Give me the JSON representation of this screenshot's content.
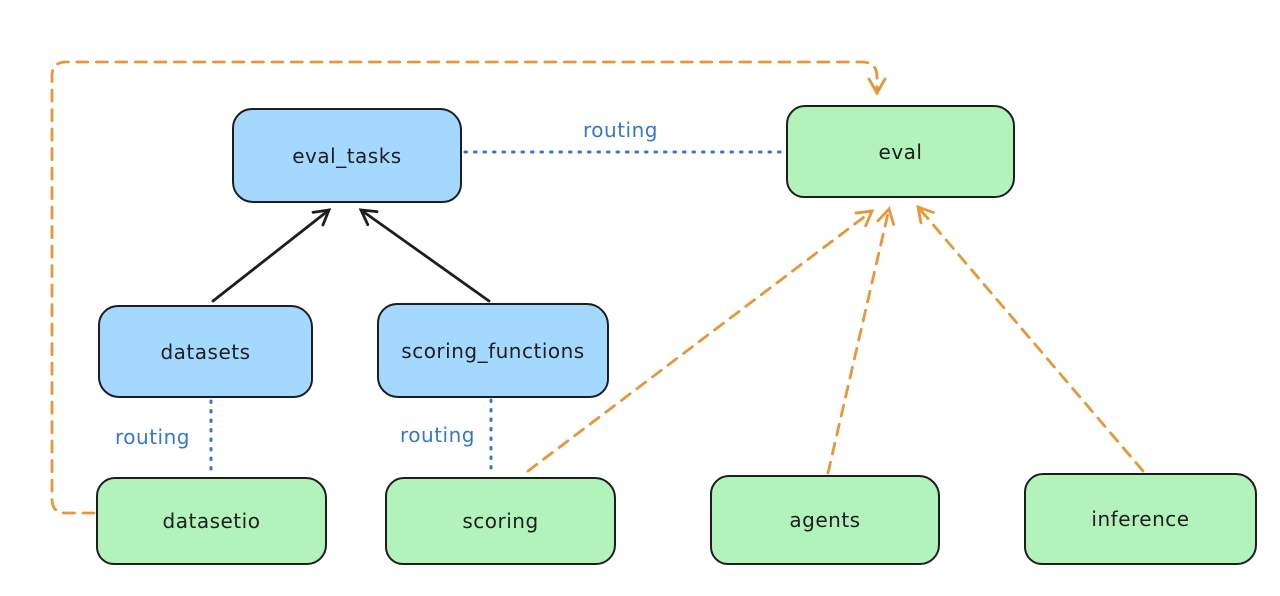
{
  "diagram": {
    "type": "flow-diagram",
    "colors": {
      "node_blue_fill": "#a5d8ff",
      "node_green_fill": "#b2f2bb",
      "node_stroke": "#1e1e1e",
      "routing_line": "#3478cd",
      "dependency_line": "#e8963a",
      "inheritance_line": "#1e1e1e",
      "background": "#ffffff"
    },
    "nodes": [
      {
        "id": "eval_tasks",
        "label": "eval_tasks",
        "kind": "blue-resource"
      },
      {
        "id": "eval",
        "label": "eval",
        "kind": "green-api"
      },
      {
        "id": "datasets",
        "label": "datasets",
        "kind": "blue-resource"
      },
      {
        "id": "scoring_functions",
        "label": "scoring_functions",
        "kind": "blue-resource"
      },
      {
        "id": "datasetio",
        "label": "datasetio",
        "kind": "green-api"
      },
      {
        "id": "scoring",
        "label": "scoring",
        "kind": "green-api"
      },
      {
        "id": "agents",
        "label": "agents",
        "kind": "green-api"
      },
      {
        "id": "inference",
        "label": "inference",
        "kind": "green-api"
      }
    ],
    "edges": [
      {
        "from": "datasets",
        "to": "eval_tasks",
        "style": "solid-black-arrow",
        "label": ""
      },
      {
        "from": "scoring_functions",
        "to": "eval_tasks",
        "style": "solid-black-arrow",
        "label": ""
      },
      {
        "from": "eval_tasks",
        "to": "eval",
        "style": "dotted-blue",
        "label": "routing"
      },
      {
        "from": "datasets",
        "to": "datasetio",
        "style": "dotted-blue",
        "label": "routing"
      },
      {
        "from": "scoring_functions",
        "to": "scoring",
        "style": "dotted-blue",
        "label": "routing"
      },
      {
        "from": "scoring",
        "to": "eval",
        "style": "dashed-orange-arrow",
        "label": ""
      },
      {
        "from": "agents",
        "to": "eval",
        "style": "dashed-orange-arrow",
        "label": ""
      },
      {
        "from": "inference",
        "to": "eval",
        "style": "dashed-orange-arrow",
        "label": ""
      },
      {
        "from": "datasetio",
        "to": "eval",
        "style": "dashed-orange-arrow-elbow",
        "label": ""
      }
    ],
    "edge_labels": [
      {
        "id": "routing-eval-tasks-to-eval",
        "text": "routing"
      },
      {
        "id": "routing-datasets-to-datasetio",
        "text": "routing"
      },
      {
        "id": "routing-scoring-functions-to-scoring",
        "text": "routing"
      }
    ]
  }
}
